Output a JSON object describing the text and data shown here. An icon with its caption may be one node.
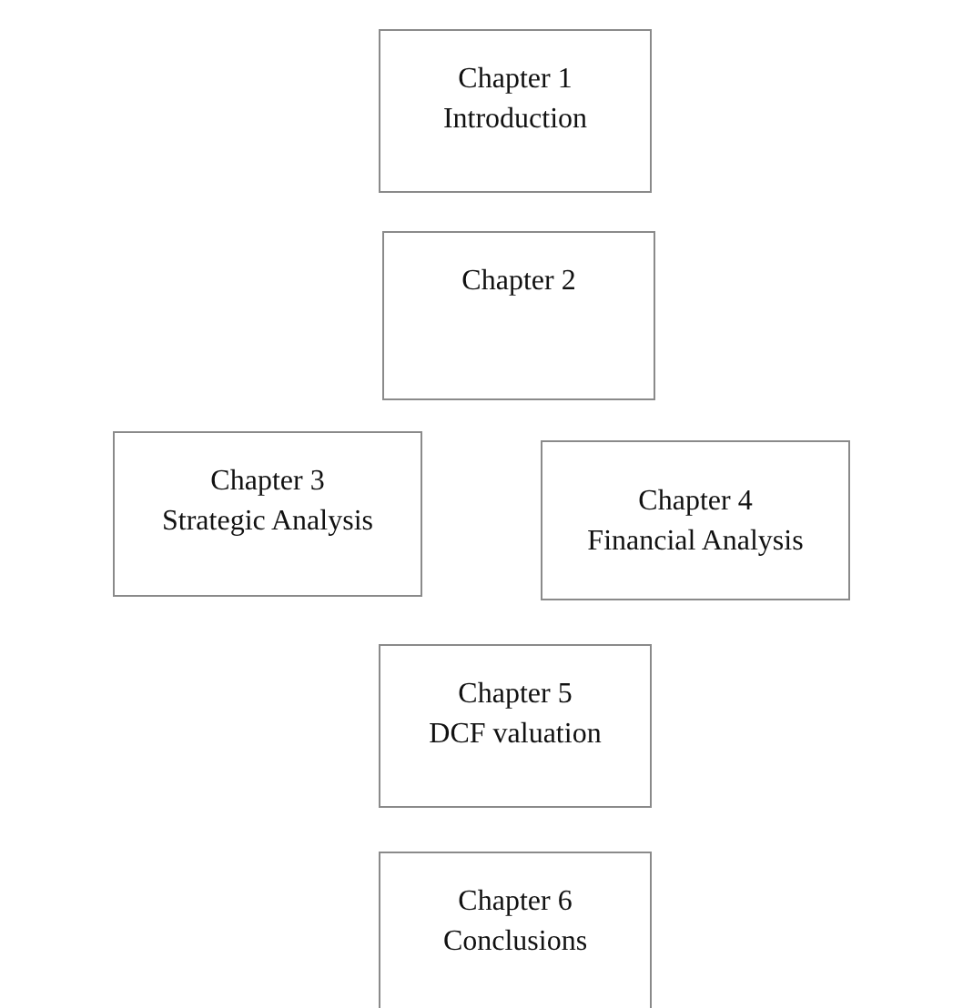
{
  "diagram": {
    "nodes": [
      {
        "text": [
          "Chapter 1",
          "Introduction"
        ]
      },
      {
        "text": [
          "Chapter 2"
        ]
      },
      {
        "text": [
          "Chapter 3",
          "Strategic Analysis"
        ]
      },
      {
        "text": [
          "Chapter 4",
          "Financial Analysis"
        ]
      },
      {
        "text": [
          "Chapter 5",
          "DCF valuation"
        ]
      },
      {
        "text": [
          "Chapter 6",
          "Conclusions"
        ]
      }
    ]
  }
}
